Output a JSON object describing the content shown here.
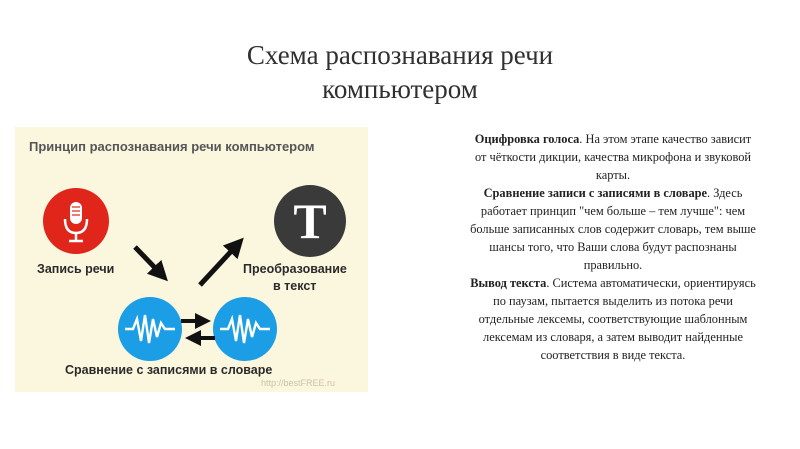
{
  "title": {
    "line1": "Схема распознавания речи",
    "line2": "компьютером"
  },
  "diagram": {
    "header": "Принцип распознавания речи компьютером",
    "record_label": "Запись речи",
    "transform_label_line1": "Преобразование",
    "transform_label_line2": "в текст",
    "compare_label": "Сравнение с записями в словаре",
    "text_glyph": "T",
    "watermark": "http://bestFREE.ru",
    "icons": [
      "microphone-icon",
      "text-t-icon",
      "sound-wave-icon",
      "sound-wave-icon"
    ],
    "colors": {
      "background": "#fbf7df",
      "red": "#e0261b",
      "dark": "#3a3a3a",
      "blue": "#1b9ee6",
      "arrow": "#111111"
    }
  },
  "description": {
    "step1_title": "Оцифровка голоса",
    "step1_text": ". На этом этапе качество зависит от чёткости дикции, качества микрофона и звуковой карты.",
    "step2_title": "Сравнение записи с записями в словаре",
    "step2_text": ". Здесь работает принцип \"чем больше – тем лучше\": чем больше записанных слов содержит словарь, тем выше шансы того, что Ваши слова будут распознаны правильно.",
    "step3_title": "Вывод текста",
    "step3_text": ". Система автоматически, ориентируясь по паузам, пытается выделить из потока речи отдельные лексемы, соответствующие шаблонным лексемам из словаря, а затем выводит найденные соответствия в виде текста."
  }
}
